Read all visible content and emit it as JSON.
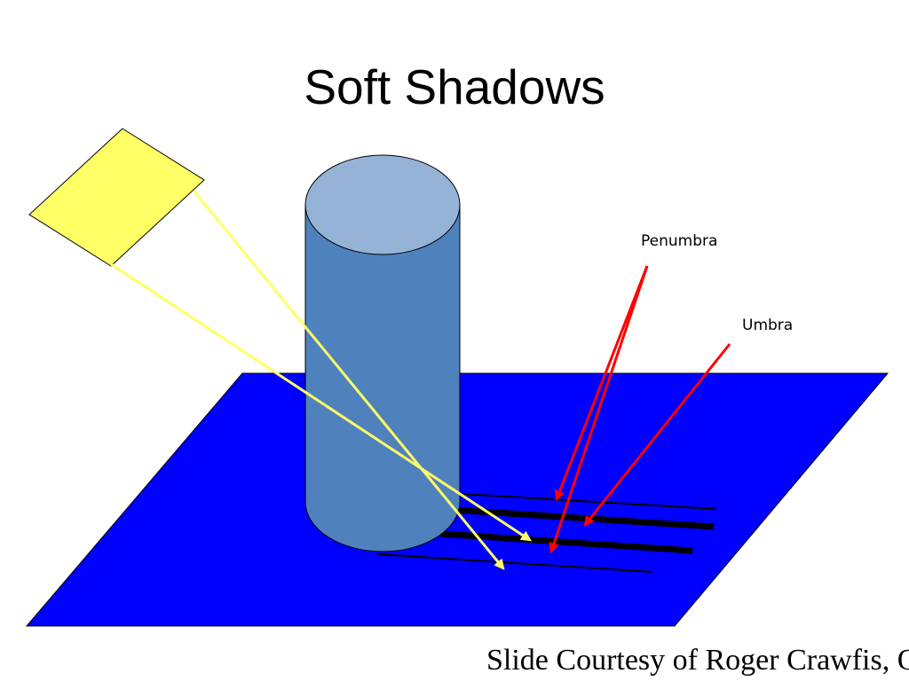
{
  "slide": {
    "title": "Soft Shadows",
    "footer": "Slide Courtesy of Roger Crawfis, O"
  },
  "diagram": {
    "labels": {
      "penumbra": "Penumbra",
      "umbra": "Umbra"
    },
    "colors": {
      "floor": "#0000ff",
      "cylinder_body": "#4f81bd",
      "cylinder_top": "#95b3d7",
      "light_source": "#ffff66",
      "light_rays": "#ffff66",
      "pointer_arrows": "#ff0000",
      "shadow_lines": "#000000"
    }
  }
}
